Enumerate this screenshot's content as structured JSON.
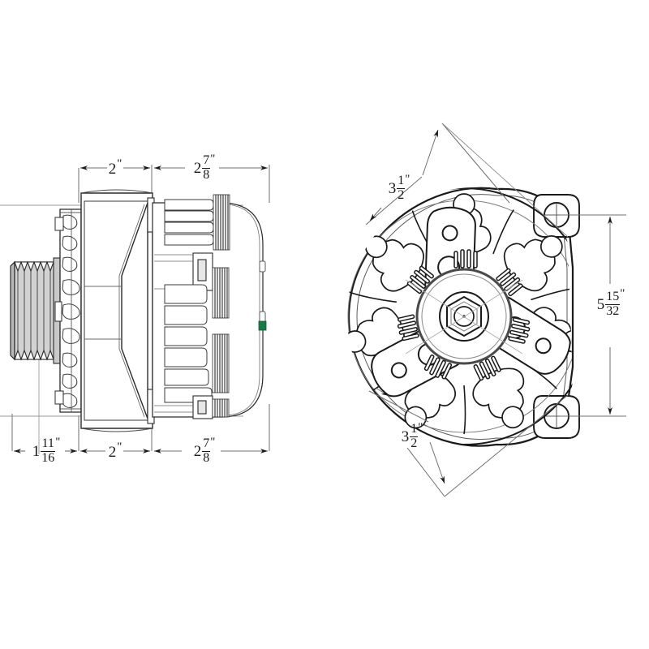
{
  "drawing": {
    "title": "Alternator dimensional drawing",
    "background_color": "#ffffff",
    "line_color": "#1a1a1a",
    "thin_line_color": "#8a8a8a",
    "accent_marker_color": "#1a7a46",
    "units": "inches"
  },
  "views": {
    "side": {
      "name": "side-profile-view",
      "description": "Alternator side profile with pulley at left and finned rectifier housing at right",
      "pulley_groove_count": 6
    },
    "front": {
      "name": "front-face-view",
      "description": "Alternator front face showing fan, hub nut, stator louvers and two mounting ears"
    }
  },
  "dimensions": {
    "top": [
      {
        "id": "top-dim-1",
        "label_whole": "2",
        "label_num": "",
        "label_den": "",
        "inch_mark": "\"",
        "value": "2\""
      },
      {
        "id": "top-dim-2",
        "label_whole": "2",
        "label_num": "7",
        "label_den": "8",
        "inch_mark": "\"",
        "value": "2 7/8\""
      }
    ],
    "bottom": [
      {
        "id": "bottom-dim-1",
        "label_whole": "1",
        "label_num": "11",
        "label_den": "16",
        "inch_mark": "\"",
        "value": "1 11/16\""
      },
      {
        "id": "bottom-dim-2",
        "label_whole": "2",
        "label_num": "",
        "label_den": "",
        "inch_mark": "\"",
        "value": "2\""
      },
      {
        "id": "bottom-dim-3",
        "label_whole": "2",
        "label_num": "7",
        "label_den": "8",
        "inch_mark": "\"",
        "value": "2 7/8\""
      }
    ],
    "front_view": [
      {
        "id": "front-dim-upper-left",
        "label_whole": "3",
        "label_num": "1",
        "label_den": "2",
        "inch_mark": "\"",
        "value": "3 1/2\""
      },
      {
        "id": "front-dim-lower-left",
        "label_whole": "3",
        "label_num": "1",
        "label_den": "2",
        "inch_mark": "\"",
        "value": "3 1/2\""
      },
      {
        "id": "front-dim-right-height",
        "label_whole": "5",
        "label_num": "15",
        "label_den": "32",
        "inch_mark": "\"",
        "value": "5 15/32\""
      }
    ]
  }
}
